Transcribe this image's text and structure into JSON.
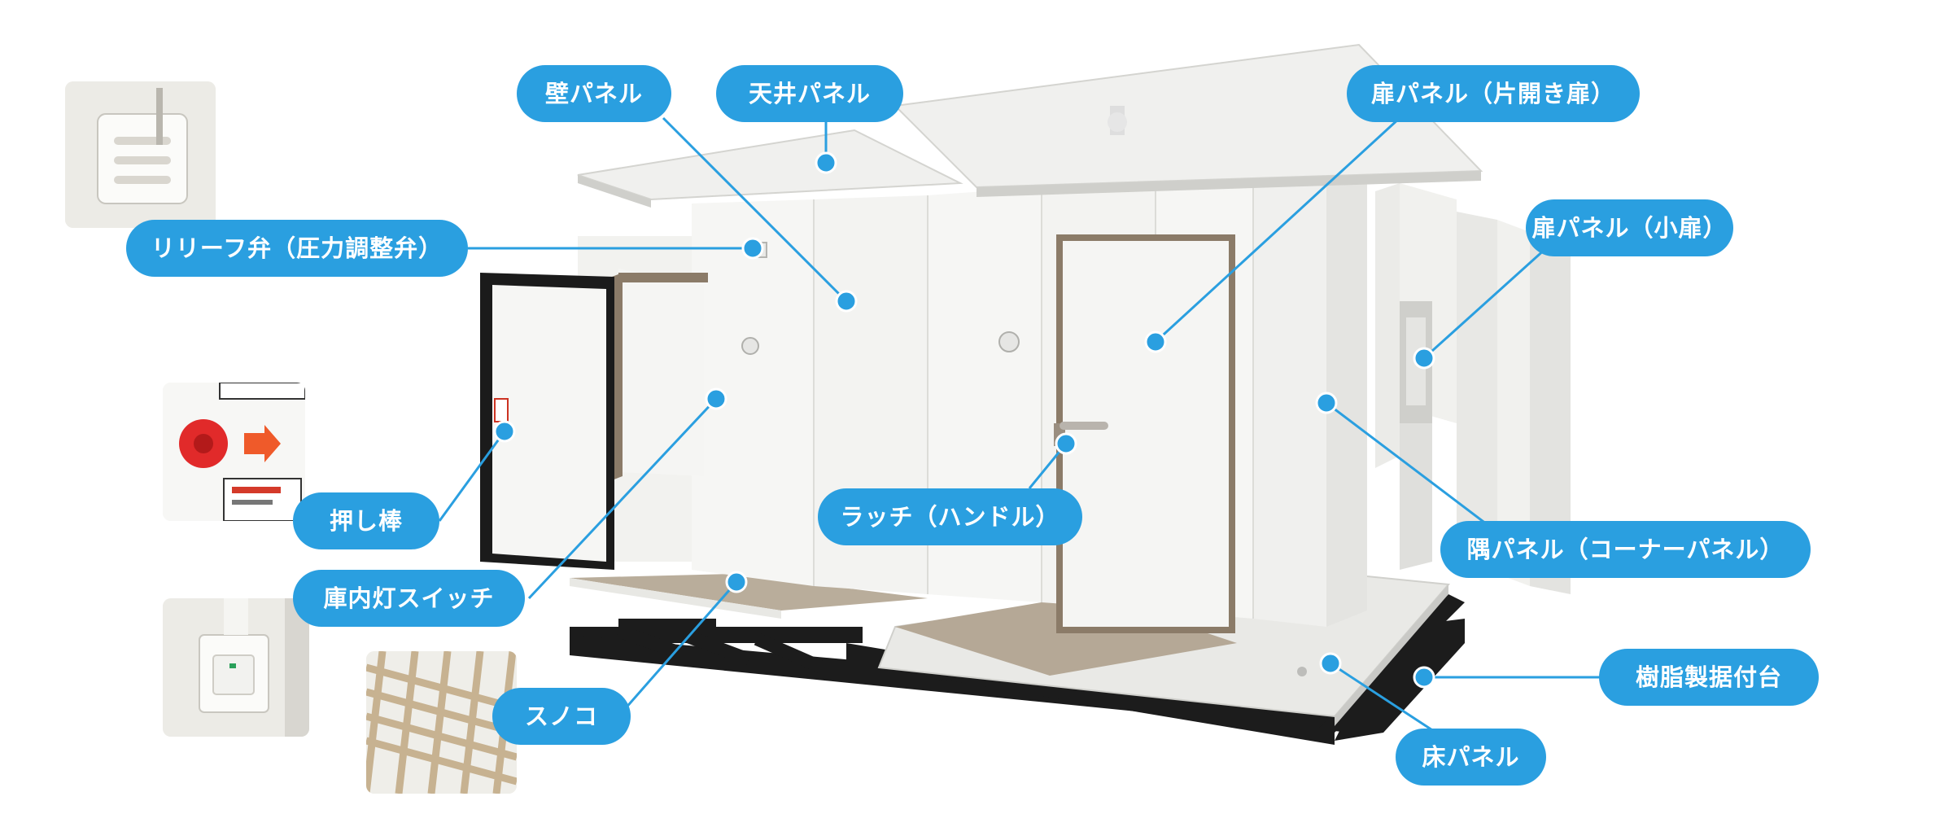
{
  "callouts": {
    "wall_panel": "壁パネル",
    "ceiling_panel": "天井パネル",
    "door_panel_single": "扉パネル（片開き扉）",
    "relief_valve": "リリーフ弁（圧力調整弁）",
    "door_panel_small": "扉パネル（小扉）",
    "push_rod": "押し棒",
    "latch_handle": "ラッチ（ハンドル）",
    "corner_panel": "隅パネル（コーナーパネル）",
    "light_switch": "庫内灯スイッチ",
    "resin_base": "樹脂製据付台",
    "sunoko": "スノコ",
    "floor_panel": "床パネル"
  },
  "colors": {
    "callout_blue": "#2a9fe0",
    "panel_white": "#f4f4f2",
    "base_black": "#1c1c1c",
    "door_gasket": "#8b7b68"
  },
  "photo_insets": [
    "relief-valve-photo",
    "push-rod-photo",
    "light-switch-photo",
    "sunoko-photo"
  ]
}
